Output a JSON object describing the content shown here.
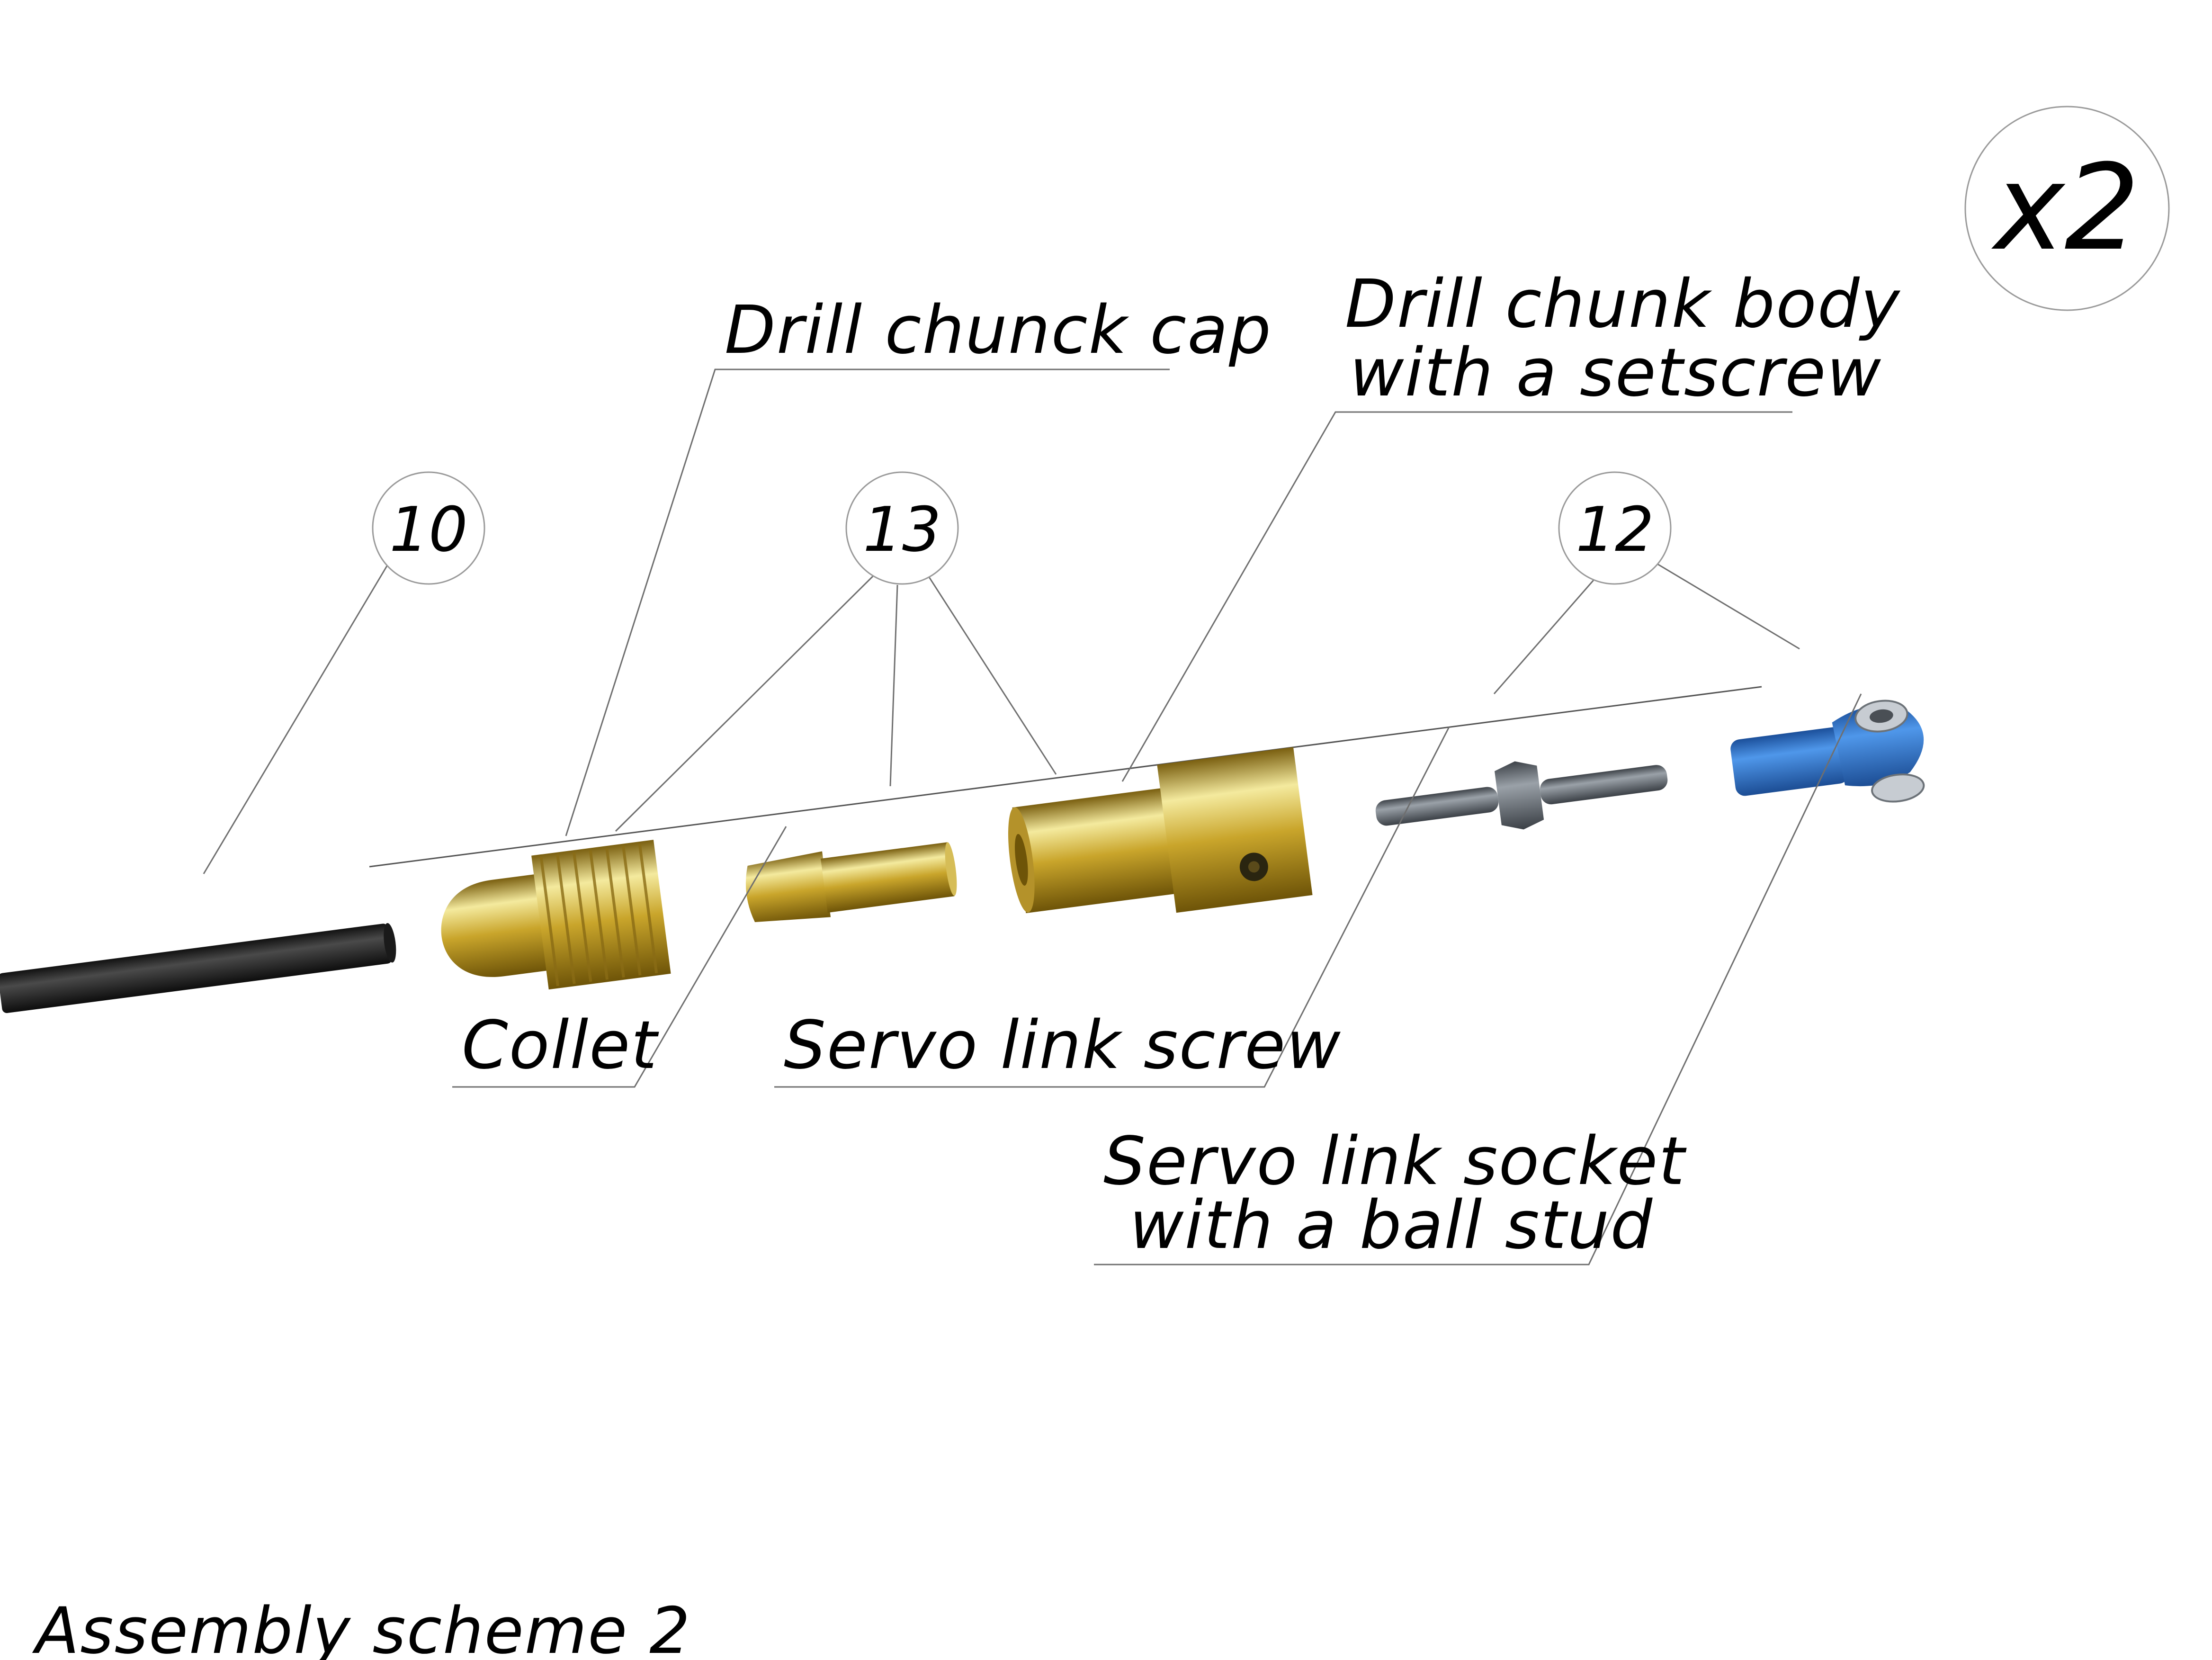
{
  "title": "Assembly scheme 2",
  "multiplier": "x2",
  "balloons": {
    "cable": "10",
    "drill_chuck": "13",
    "servo_link": "12"
  },
  "labels": {
    "drill_chuck_cap": "Drill chunck cap",
    "drill_chuck_body_line1": "Drill chunk body",
    "drill_chuck_body_line2": "with a setscrew",
    "collet": "Collet",
    "servo_link_screw": "Servo link screw",
    "servo_link_socket_line1": "Servo link socket",
    "servo_link_socket_line2": "with a ball stud"
  },
  "colors": {
    "brass": "#c8a42a",
    "brass_light": "#f2e6a0",
    "brass_dark": "#7a5f10",
    "cable": "#222222",
    "steel": "#6b7178",
    "socket_blue": "#2f78d6",
    "leader_gray": "#6f6f6f"
  }
}
